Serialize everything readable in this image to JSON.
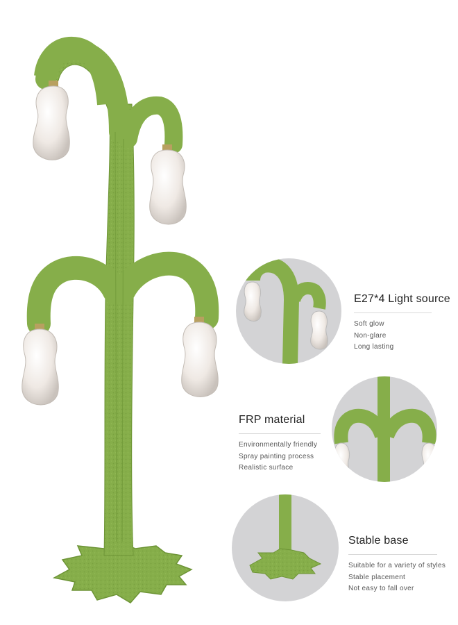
{
  "features": [
    {
      "title": "E27*4 Light source",
      "lines": [
        "Soft glow",
        "Non-glare",
        "Long lasting"
      ]
    },
    {
      "title": "FRP material",
      "lines": [
        "Environmentally friendly",
        "Spray painting process",
        "Realistic surface"
      ]
    },
    {
      "title": "Stable base",
      "lines": [
        "Suitable for a variety of styles",
        "Stable placement",
        "Not easy to fall over"
      ]
    }
  ],
  "colors": {
    "lamp_green": "#86ae4a",
    "lamp_shadow": "#6d9436",
    "circle_bg": "#d3d3d5",
    "bulb_glass": "#f2eeea"
  },
  "icons": [
    "cactus-floor-lamp-image",
    "bulb-detail-image",
    "branch-detail-image",
    "base-detail-image"
  ]
}
